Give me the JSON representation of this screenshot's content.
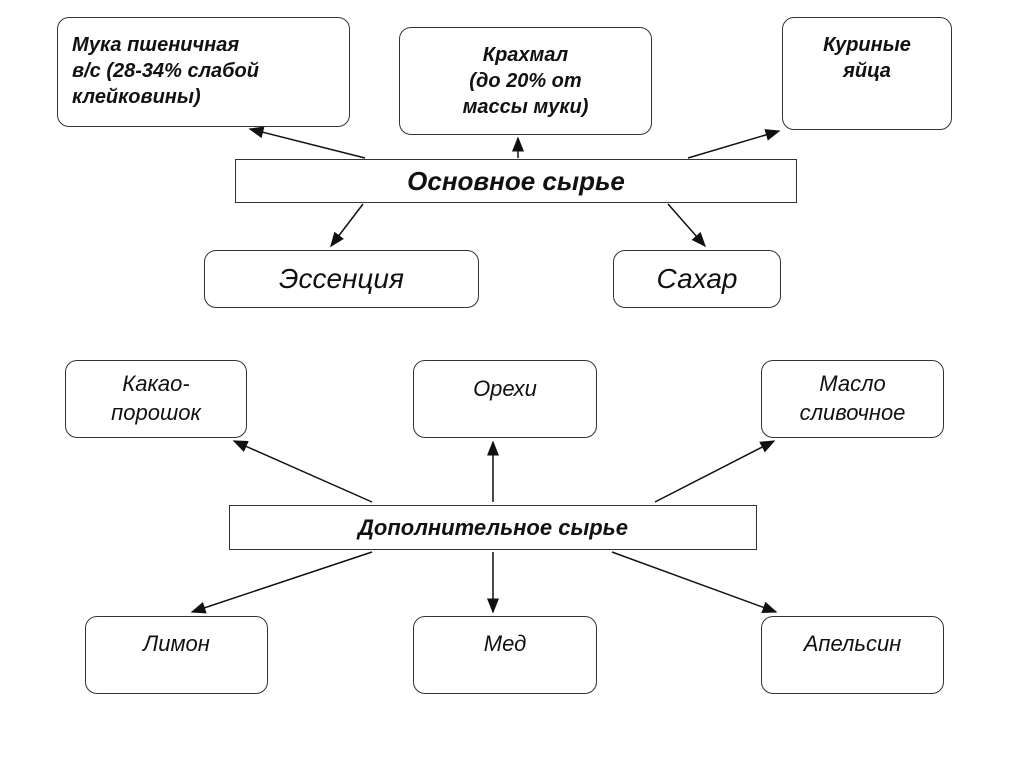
{
  "main_raw": {
    "title": "Основное сырье",
    "top": [
      "Мука пшеничная\nв/с (28-34% слабой\nклейковины)",
      "Крахмал\n(до 20% от\nмассы муки)",
      "Куриные\nяйца"
    ],
    "bottom": [
      "Эссенция",
      "Сахар"
    ]
  },
  "additional_raw": {
    "title": "Дополнительное сырье",
    "top": [
      "Какао-\nпорошок",
      "Орехи",
      "Масло\nсливочное"
    ],
    "bottom": [
      "Лимон",
      "Мед",
      "Апельсин"
    ]
  }
}
